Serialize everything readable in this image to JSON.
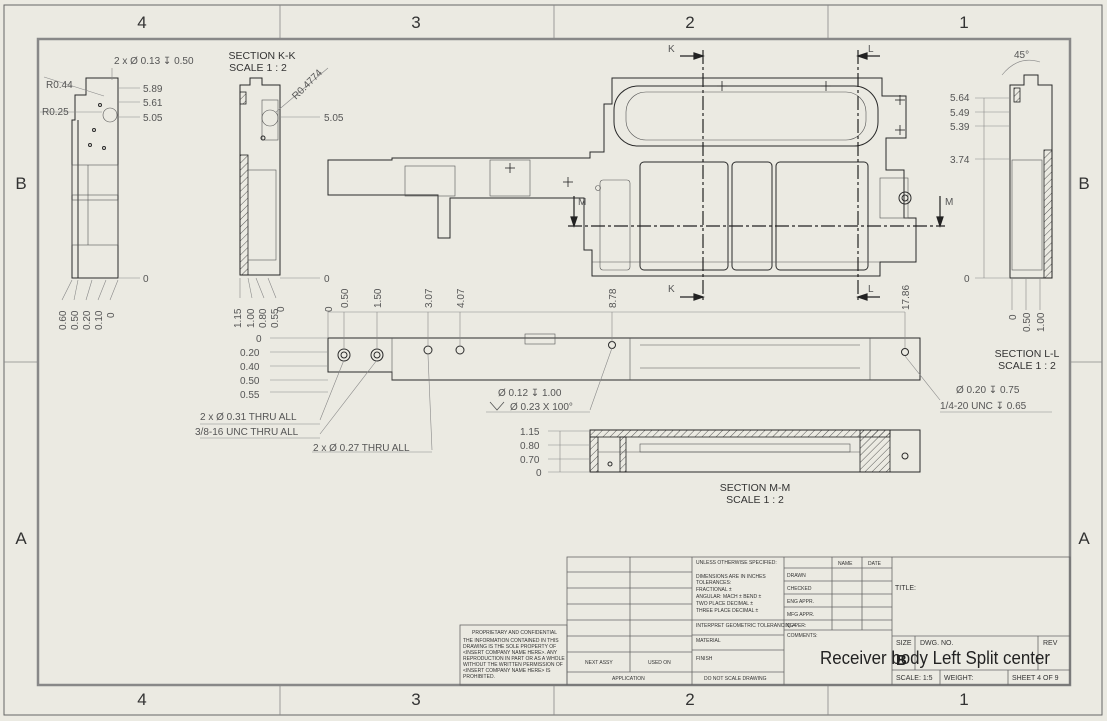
{
  "zones": {
    "top": [
      "4",
      "3",
      "2",
      "1"
    ],
    "bottom": [
      "4",
      "3",
      "2",
      "1"
    ],
    "left": [
      "B",
      "A"
    ],
    "right": [
      "B",
      "A"
    ]
  },
  "left_view": {
    "hole_callout": "2 x Ø 0.13 ↧ 0.50",
    "radius_1": "R0.44",
    "radius_2": "R0.25",
    "v_dims": [
      "5.89",
      "5.61",
      "5.05",
      "0"
    ],
    "h_dims": [
      "0.60",
      "0.50",
      "0.20",
      "0.10",
      "0"
    ]
  },
  "section_kk": {
    "title": "SECTION K-K",
    "scale": "SCALE 1 : 2",
    "radius": "R0.4774",
    "v_dims": [
      "5.05",
      "0"
    ],
    "h_dims": [
      "1.15",
      "1.00",
      "0.80",
      "0.55",
      "0"
    ]
  },
  "main_view": {
    "cut_labels": [
      "K",
      "K",
      "L",
      "L",
      "M",
      "M"
    ]
  },
  "section_ll": {
    "title": "SECTION L-L",
    "scale": "SCALE 1 : 2",
    "angle": "45°",
    "v_dims": [
      "5.64",
      "5.49",
      "5.39",
      "3.74",
      "0"
    ],
    "h_dims": [
      "0",
      "0.50",
      "1.00"
    ]
  },
  "bottom_view": {
    "top_dims": [
      "0",
      "0.50",
      "1.50",
      "3.07",
      "4.07",
      "8.78",
      "17.86"
    ],
    "left_dims": [
      "0",
      "0.20",
      "0.40",
      "0.50",
      "0.55"
    ],
    "callout_1a": "2 x Ø 0.31 THRU ALL",
    "callout_1b": "3/8-16 UNC  THRU ALL",
    "callout_2": "2 x Ø 0.27 THRU ALL",
    "callout_3a": "Ø 0.12 ↧ 1.00",
    "callout_3b": "Ø 0.23 X 100°",
    "callout_4a": "Ø 0.20 ↧ 0.75",
    "callout_4b": "1/4-20 UNC  ↧ 0.65"
  },
  "section_mm": {
    "title": "SECTION M-M",
    "scale": "SCALE 1 : 2",
    "v_dims": [
      "1.15",
      "0.80",
      "0.70",
      "0"
    ]
  },
  "title_block": {
    "unless": "UNLESS OTHERWISE SPECIFIED:",
    "dims_in": "DIMENSIONS ARE IN INCHES",
    "tolerances": "TOLERANCES:",
    "fractional": "FRACTIONAL ±",
    "angular": "ANGULAR: MACH ±   BEND ±",
    "two_place": "TWO PLACE DECIMAL    ±",
    "three_place": "THREE PLACE DECIMAL  ±",
    "interpret": "INTERPRET GEOMETRIC TOLERANCING PER:",
    "material": "MATERIAL",
    "finish": "FINISH",
    "next_assy": "NEXT ASSY",
    "used_on": "USED ON",
    "application": "APPLICATION",
    "do_not_scale": "DO NOT SCALE DRAWING",
    "proprietary_title": "PROPRIETARY AND CONFIDENTIAL",
    "proprietary_lines": [
      "THE INFORMATION CONTAINED IN THIS",
      "DRAWING IS THE SOLE PROPERTY OF",
      "<INSERT COMPANY NAME HERE>. ANY",
      "REPRODUCTION IN PART OR AS A WHOLE",
      "WITHOUT THE WRITTEN PERMISSION OF",
      "<INSERT COMPANY NAME HERE> IS",
      "PROHIBITED."
    ],
    "name_hdr": "NAME",
    "date_hdr": "DATE",
    "drawn": "DRAWN",
    "checked": "CHECKED",
    "eng_appr": "ENG APPR.",
    "mfg_appr": "MFG APPR.",
    "qa": "Q.A.",
    "comments": "COMMENTS:",
    "title_label": "TITLE:",
    "size": "SIZE",
    "size_val": "B",
    "dwg_no": "DWG.  NO.",
    "rev": "REV",
    "drawing_title": "Receiver body Left Split center",
    "scale": "SCALE: 1:5",
    "weight": "WEIGHT:",
    "sheet": "SHEET 4 OF 9"
  }
}
